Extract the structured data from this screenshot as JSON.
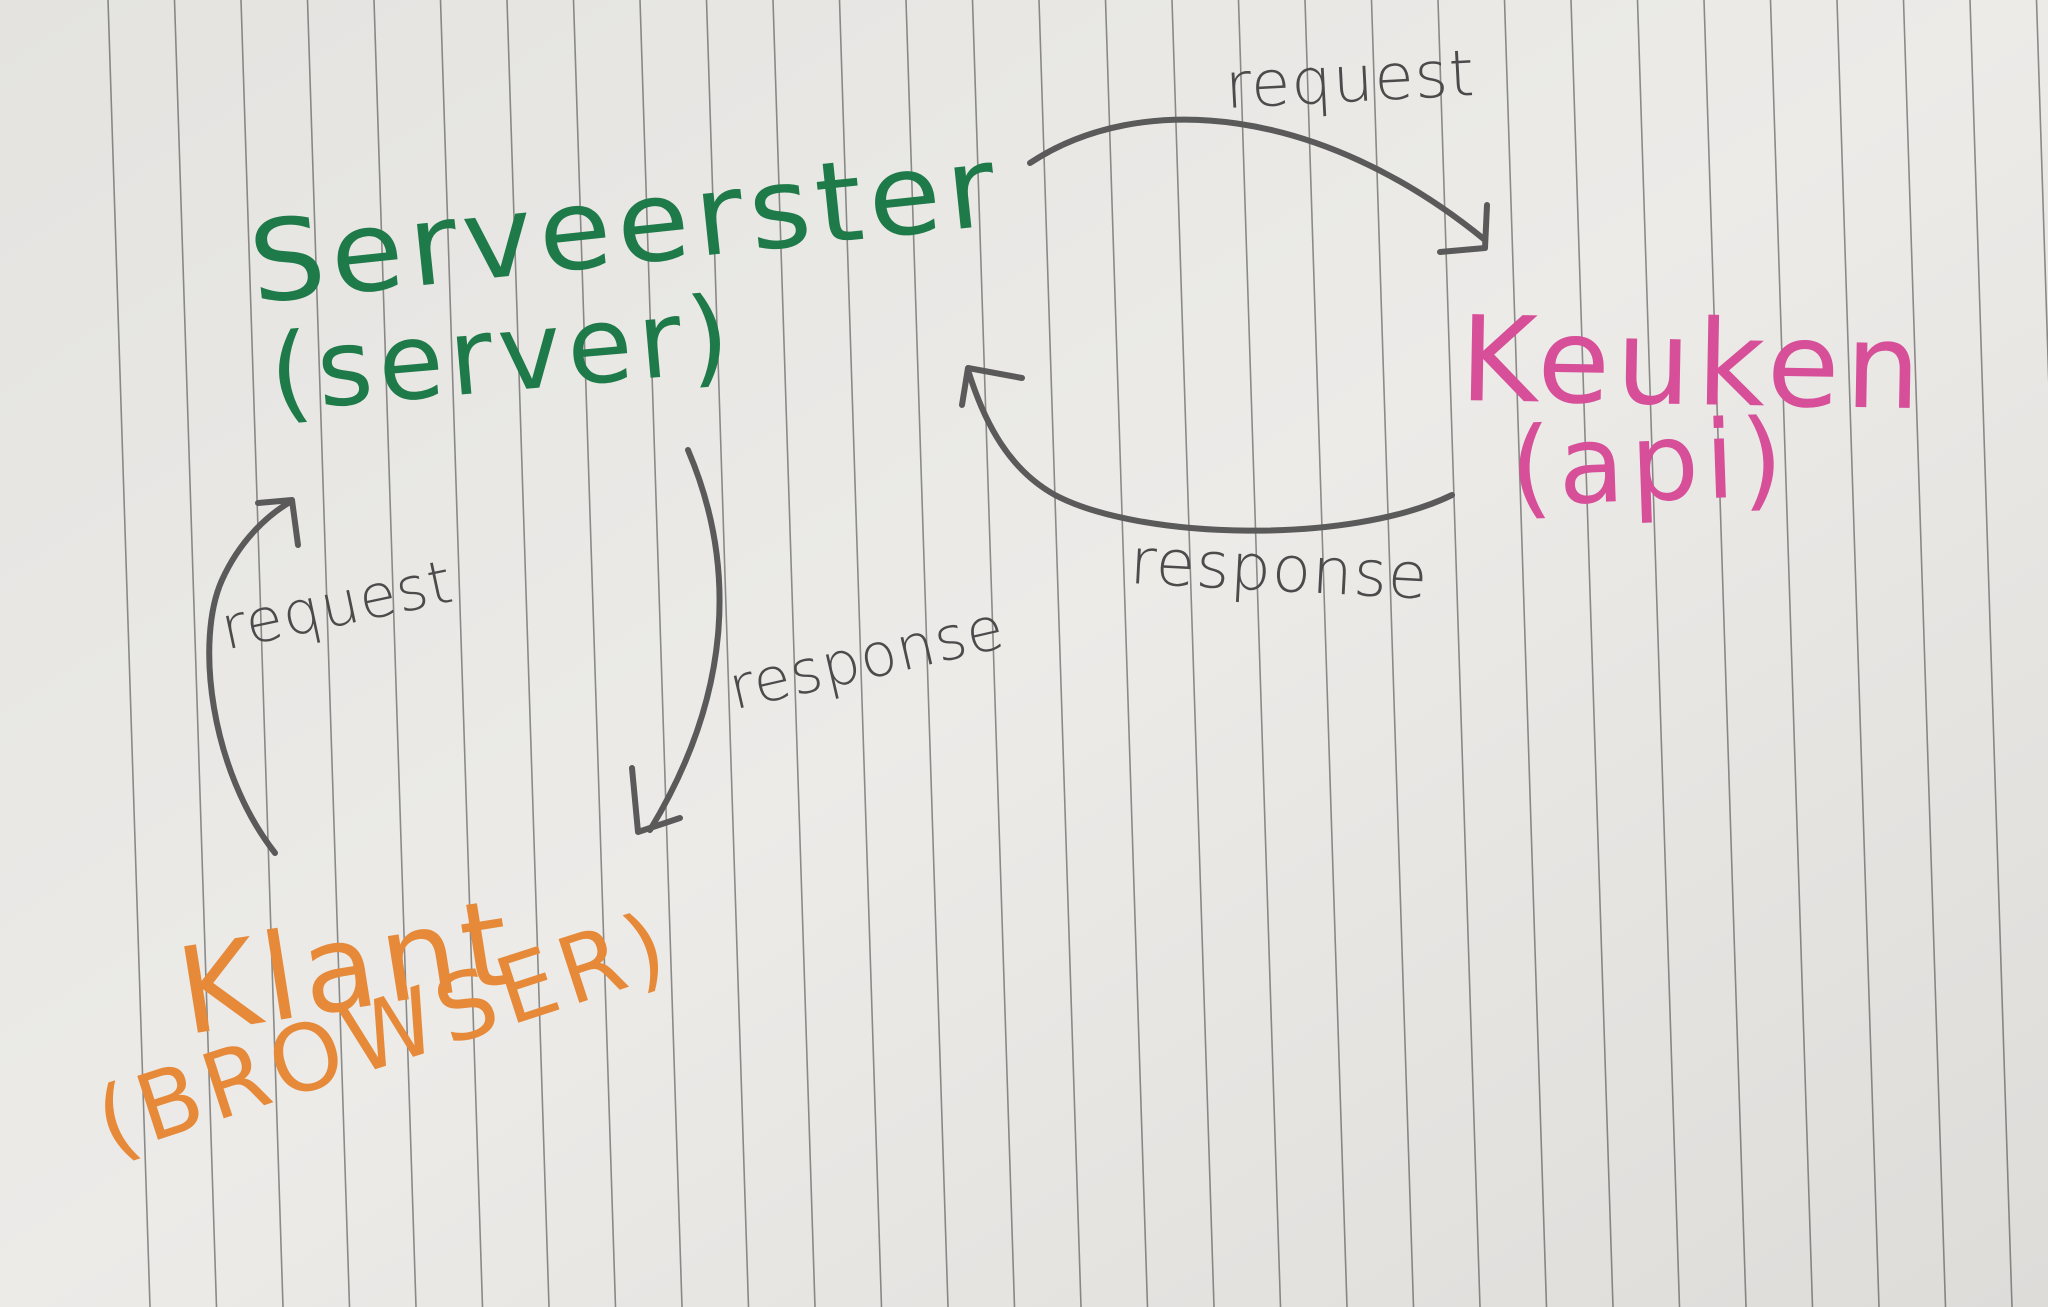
{
  "nodes": {
    "server": {
      "name": "Serveerster",
      "role": "(server)",
      "color": "#1e7a48"
    },
    "kitchen": {
      "name": "Keuken",
      "role": "(api)",
      "color": "#d64f98"
    },
    "client": {
      "name": "Klant",
      "role": "(BROWSER)",
      "color": "#e68a3a"
    }
  },
  "edges": {
    "server_to_kitchen": {
      "label": "request"
    },
    "kitchen_to_server": {
      "label": "response"
    },
    "client_to_server": {
      "label": "request"
    },
    "server_to_client": {
      "label": "response"
    }
  },
  "colors": {
    "paper": "#e9e8e5",
    "rule_line": "#3a3a3a",
    "ink_pencil": "#5a5a5a"
  }
}
